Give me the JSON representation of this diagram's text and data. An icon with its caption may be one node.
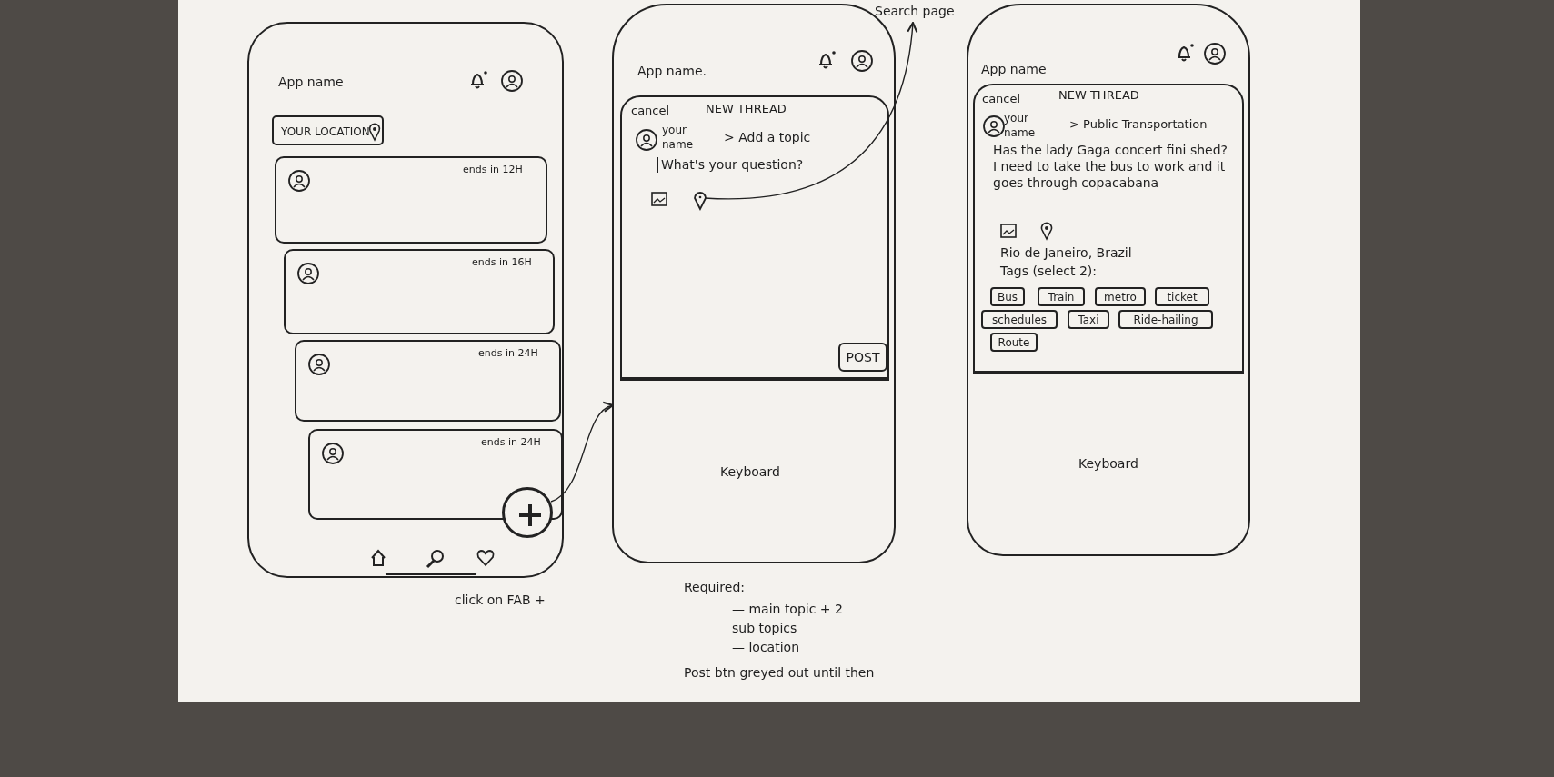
{
  "diagram": {
    "nodes": [
      {
        "text": [
          "App name"
        ]
      },
      {
        "text": [
          "YOUR LOCATION"
        ],
        "in": 0
      },
      {
        "text": [
          "ends in 12H"
        ],
        "in": 0
      },
      {
        "text": [
          "ends in 16H"
        ],
        "in": 0
      },
      {
        "text": [
          "ends in 24H"
        ],
        "in": 0
      },
      {
        "text": [
          "ends in 24H"
        ],
        "in": 0
      },
      {
        "text": [],
        "shape": "circle",
        "in": 0
      },
      {
        "text": [
          "App name."
        ]
      },
      {
        "text": [
          "cancel",
          "NEW THREAD",
          "your name",
          "> Add a topic",
          "What's your question?"
        ],
        "in": 7
      },
      {
        "text": [
          "POST"
        ],
        "in": 8
      },
      {
        "text": [
          "Keyboard"
        ],
        "in": 7
      },
      {
        "text": [],
        "shape": "pin",
        "in": 8
      },
      {
        "text": [
          "Search page"
        ]
      },
      {
        "text": [
          "App name"
        ]
      },
      {
        "text": [
          "cancel",
          "NEW THREAD",
          "your name",
          "> Public Transportation",
          "Has the lady Gaga concert fini shed? I need to take the bus to work and it goes through copacabana",
          "Rio de Janeiro, Brazil",
          "Tags (select 2):"
        ],
        "in": 13
      },
      {
        "text": [
          "Bus"
        ],
        "in": 14
      },
      {
        "text": [
          "Train"
        ],
        "in": 14
      },
      {
        "text": [
          "metro"
        ],
        "in": 14
      },
      {
        "text": [
          "ticket"
        ],
        "in": 14
      },
      {
        "text": [
          "schedules"
        ],
        "in": 14
      },
      {
        "text": [
          "Taxi"
        ],
        "in": 14
      },
      {
        "text": [
          "Ride-hailing"
        ],
        "in": 14
      },
      {
        "text": [
          "Route"
        ],
        "in": 14
      },
      {
        "text": [
          "Keyboard"
        ],
        "in": 13
      }
    ],
    "edges": [
      {
        "from": 6,
        "to": 7,
        "arrow": "to"
      },
      {
        "from": 11,
        "to": 12,
        "arrow": "to"
      }
    ],
    "labels": [
      "click on FAB +",
      "Required:",
      "— main topic + 2 sub topics",
      "— location",
      "Post btn greyed out until then"
    ]
  }
}
